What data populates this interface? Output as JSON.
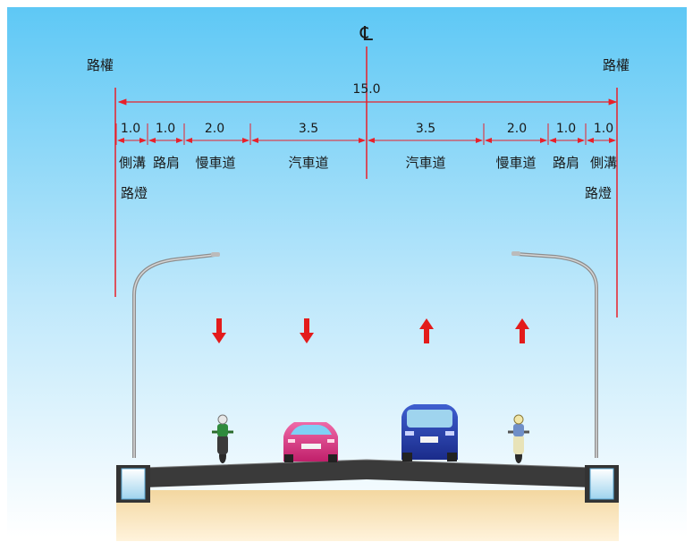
{
  "diagram": {
    "centerline_symbol": "℄",
    "curb_left": "路權",
    "curb_right": "路權",
    "total_width": "15.0",
    "lanes": [
      {
        "width": "1.0",
        "label": "側溝"
      },
      {
        "width": "1.0",
        "label": "路肩"
      },
      {
        "width": "2.0",
        "label": "慢車道"
      },
      {
        "width": "3.5",
        "label": "汽車道"
      },
      {
        "width": "3.5",
        "label": "汽車道"
      },
      {
        "width": "2.0",
        "label": "慢車道"
      },
      {
        "width": "1.0",
        "label": "路肩"
      },
      {
        "width": "1.0",
        "label": "側溝"
      }
    ],
    "streetlight_left": "路燈",
    "streetlight_right": "路燈",
    "traffic_directions": [
      "down",
      "down",
      "up",
      "up"
    ],
    "colors": {
      "sky_top": "#5ec8f5",
      "sky_bottom": "#ffffff",
      "dimension_line": "#e8202a",
      "arrow": "#e31b1b",
      "ground": "#f6dfb0",
      "pavement": "#3c3c3c"
    }
  }
}
